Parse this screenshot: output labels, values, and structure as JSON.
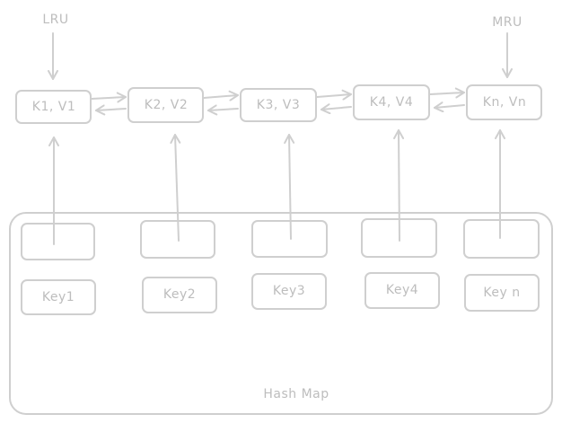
{
  "labels": {
    "lru": "LRU",
    "mru": "MRU",
    "hash_map": "Hash Map"
  },
  "nodes": [
    "K1, V1",
    "K2, V2",
    "K3, V3",
    "K4, V4",
    "Kn, Vn"
  ],
  "keys": [
    "Key1",
    "Key2",
    "Key3",
    "Key4",
    "Key n"
  ],
  "colors": {
    "stroke": "#cfcfcf",
    "text": "#bdbdbd"
  }
}
